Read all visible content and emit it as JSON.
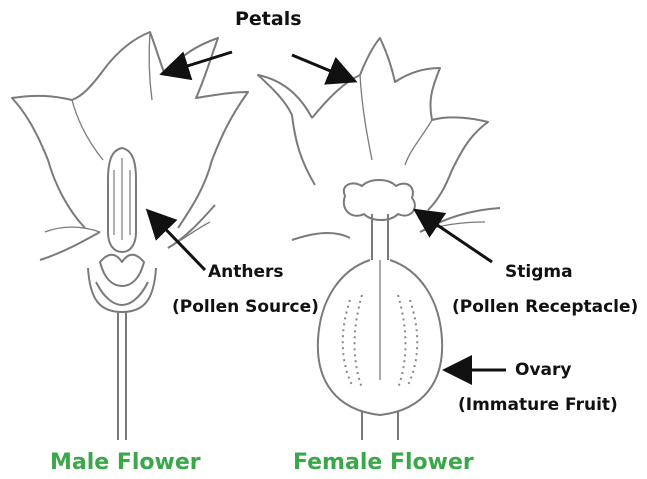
{
  "labels": {
    "petals": "Petals",
    "anthers": "Anthers",
    "anthers_sub": "(Pollen Source)",
    "stigma": "Stigma",
    "stigma_sub": "(Pollen Receptacle)",
    "ovary": "Ovary",
    "ovary_sub": "(Immature Fruit)"
  },
  "captions": {
    "male": "Male Flower",
    "female": "Female Flower"
  },
  "colors": {
    "caption_green": "#3aa84a",
    "outline": "#7a7a7a",
    "text": "#111111"
  }
}
